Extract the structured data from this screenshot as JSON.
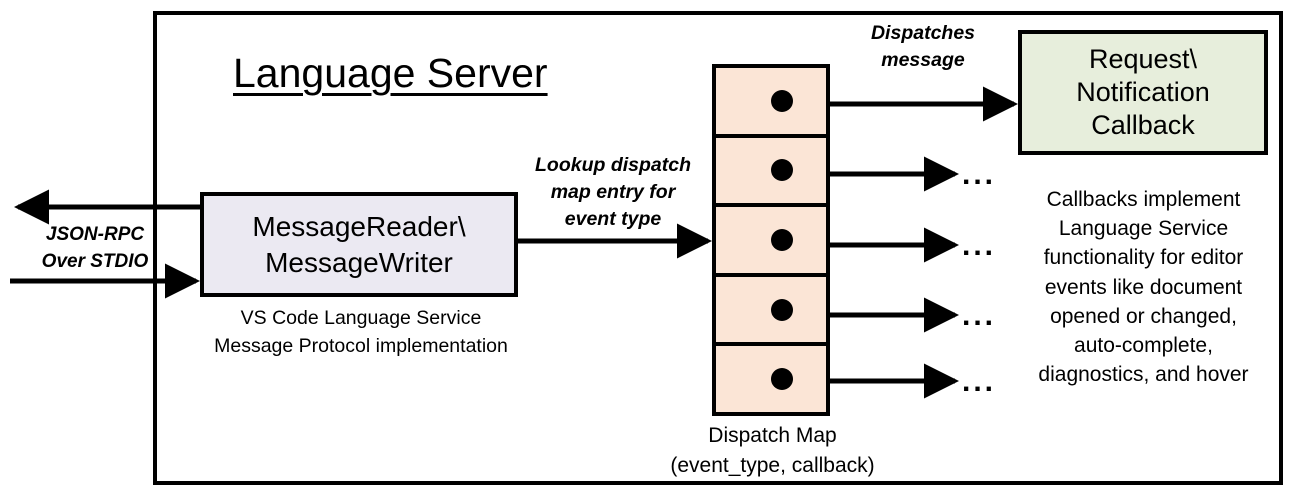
{
  "diagram": {
    "title": "Language Server",
    "external_interface": {
      "label_line1": "JSON-RPC",
      "label_line2": "Over STDIO"
    },
    "message_io": {
      "title_line1": "MessageReader\\",
      "title_line2": "MessageWriter",
      "caption_line1": "VS Code Language Service",
      "caption_line2": "Message Protocol implementation",
      "fill_color": "#ebe9f2"
    },
    "lookup_edge": {
      "label_line1": "Lookup dispatch",
      "label_line2": "map entry for",
      "label_line3": "event type"
    },
    "dispatch_map": {
      "caption_line1": "Dispatch Map",
      "caption_line2": "(event_type, callback)",
      "fill_color": "#fbe5d6",
      "cells": [
        {
          "id": "dispatch-map-cell-1",
          "has_dot": true
        },
        {
          "id": "dispatch-map-cell-2",
          "has_dot": true
        },
        {
          "id": "dispatch-map-cell-3",
          "has_dot": true
        },
        {
          "id": "dispatch-map-cell-4",
          "has_dot": true
        },
        {
          "id": "dispatch-map-cell-5",
          "has_dot": true
        }
      ]
    },
    "dispatch_edge": {
      "label_line1": "Dispatches",
      "label_line2": "message"
    },
    "callback": {
      "title_line1": "Request\\",
      "title_line2": "Notification",
      "title_line3": "Callback",
      "fill_color": "#e7eedc",
      "description_line1": "Callbacks implement",
      "description_line2": "Language Service",
      "description_line3": "functionality for editor",
      "description_line4": "events like document",
      "description_line5": "opened or changed,",
      "description_line6": "auto-complete,",
      "description_line7": "diagnostics, and hover"
    },
    "ellipses": [
      {
        "text": "..."
      },
      {
        "text": "..."
      },
      {
        "text": "..."
      },
      {
        "text": "..."
      }
    ],
    "stroke_color": "#000000",
    "background_color": "#ffffff"
  }
}
